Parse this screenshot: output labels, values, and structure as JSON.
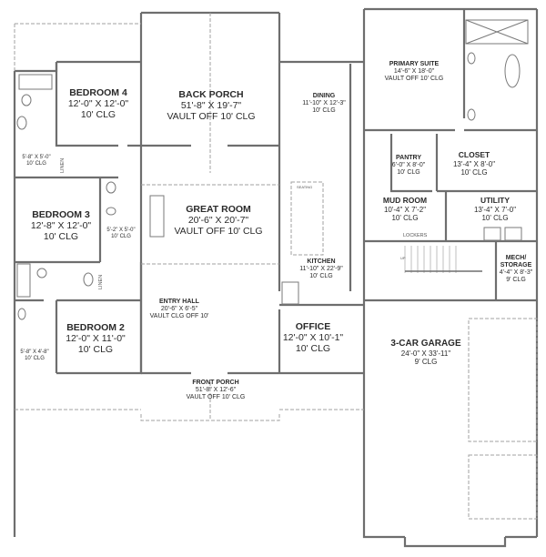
{
  "plan": {
    "rooms": {
      "bedroom4": {
        "name": "BEDROOM 4",
        "dims": "12'-0\" X 12'-0\"",
        "ceiling": "10' CLG"
      },
      "back_porch": {
        "name": "BACK PORCH",
        "dims": "51'-8\" X 19'-7\"",
        "ceiling": "VAULT OFF 10' CLG"
      },
      "dining": {
        "name": "DINING",
        "dims": "11'-10\" X 12'-3\"",
        "ceiling": "10' CLG"
      },
      "primary_suite": {
        "name": "PRIMARY SUITE",
        "dims": "14'-6\" X 18'-0\"",
        "ceiling": "VAULT OFF 10' CLG"
      },
      "pantry": {
        "name": "PANTRY",
        "dims": "6'-0\" X 8'-0\"",
        "ceiling": "10' CLG"
      },
      "closet": {
        "name": "CLOSET",
        "dims": "13'-4\" X 8'-0\"",
        "ceiling": "10' CLG"
      },
      "mud_room": {
        "name": "MUD ROOM",
        "dims": "10'-4\" X 7'-2\"",
        "ceiling": "10' CLG"
      },
      "utility": {
        "name": "UTILITY",
        "dims": "13'-4\" X 7'-0\"",
        "ceiling": "10' CLG"
      },
      "mech_storage": {
        "name1": "MECH/",
        "name2": "STORAGE",
        "dims": "4'-4\" X 8'-3\"",
        "ceiling": "9' CLG"
      },
      "bedroom3": {
        "name": "BEDROOM 3",
        "dims": "12'-8\" X 12'-0\"",
        "ceiling": "10' CLG"
      },
      "great_room": {
        "name": "GREAT ROOM",
        "dims": "20'-6\" X 20'-7\"",
        "ceiling": "VAULT OFF 10' CLG"
      },
      "kitchen": {
        "name": "KITCHEN",
        "dims": "11'-10\" X 22'-9\"",
        "ceiling": "10' CLG"
      },
      "bedroom2": {
        "name": "BEDROOM 2",
        "dims": "12'-0\" X 11'-0\"",
        "ceiling": "10' CLG"
      },
      "entry_hall": {
        "name": "ENTRY HALL",
        "dims": "20'-6\" X 6'-5\"",
        "ceiling": "VAULT CLG OFF 10'"
      },
      "office": {
        "name": "OFFICE",
        "dims": "12'-0\" X 10'-1\"",
        "ceiling": "10' CLG"
      },
      "front_porch": {
        "name": "FRONT PORCH",
        "dims": "51'-8\" X 12'-6\"",
        "ceiling": "VAULT OFF 10' CLG"
      },
      "garage": {
        "name": "3-CAR GARAGE",
        "dims": "24'-0\" X 33'-11\"",
        "ceiling": "9' CLG"
      },
      "bath4": {
        "dims": "5'-8\" X 5'-0\"",
        "ceiling": "10' CLG"
      },
      "bath3": {
        "dims": "5'-2\" X 5'-0\"",
        "ceiling": "10' CLG"
      },
      "bath2": {
        "dims": "5'-8\" X 4'-8\"",
        "ceiling": "10' CLG"
      }
    },
    "annotations": {
      "linen1": "LINEN",
      "linen2": "LINEN",
      "lockers": "LOCKERS",
      "seating": "SEATING",
      "stair_up": "UP"
    },
    "colors": {
      "wall": "#6b6b6b",
      "dashed": "#9a9a9a",
      "background": "#ffffff"
    }
  }
}
